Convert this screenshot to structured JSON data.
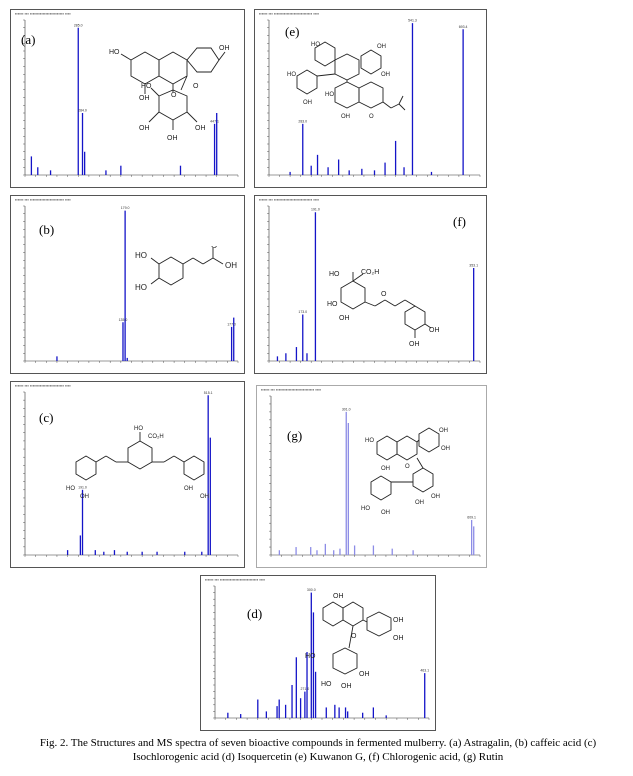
{
  "caption_line1": "Fig. 2. The Structures and MS spectra of seven bioactive compounds in fermented mulberry. (a) Astragalin, (b) caffeic acid (c)",
  "caption_line2": "Isochlorogenic acid (d) Isoquercetin (e) Kuwanon G, (f) Chlorogenic acid, (g) Rutin",
  "colors": {
    "spectrum": "#1414c8",
    "spectrum_g": "#8c8ce6",
    "axis": "#333333",
    "structure": "#222222"
  },
  "chart_data": [
    {
      "id": "a",
      "label": "(a)",
      "type": "bar",
      "xlim": [
        0,
        100
      ],
      "ylim": [
        0,
        100
      ],
      "peaks": [
        [
          3,
          12
        ],
        [
          6,
          5
        ],
        [
          12,
          3
        ],
        [
          25,
          95
        ],
        [
          27,
          40
        ],
        [
          28,
          15
        ],
        [
          38,
          3
        ],
        [
          45,
          6
        ],
        [
          73,
          6
        ],
        [
          89,
          33
        ],
        [
          90,
          40
        ]
      ],
      "peak_labels": [
        {
          "i": 3,
          "text": "285.0"
        },
        {
          "i": 4,
          "text": "284.0"
        },
        {
          "i": 9,
          "text": "447.1"
        }
      ]
    },
    {
      "id": "e",
      "label": "(e)",
      "type": "bar",
      "xlim": [
        0,
        100
      ],
      "ylim": [
        0,
        100
      ],
      "peaks": [
        [
          10,
          2
        ],
        [
          16,
          33
        ],
        [
          20,
          6
        ],
        [
          23,
          13
        ],
        [
          28,
          5
        ],
        [
          33,
          10
        ],
        [
          38,
          3
        ],
        [
          44,
          4
        ],
        [
          50,
          3
        ],
        [
          55,
          8
        ],
        [
          60,
          22
        ],
        [
          64,
          5
        ],
        [
          68,
          98
        ],
        [
          77,
          2
        ],
        [
          92,
          94
        ]
      ],
      "peak_labels": [
        {
          "i": 1,
          "text": "283.0"
        },
        {
          "i": 12,
          "text": "541.3"
        },
        {
          "i": 14,
          "text": "693.4"
        }
      ]
    },
    {
      "id": "b",
      "label": "(b)",
      "type": "bar",
      "xlim": [
        0,
        100
      ],
      "ylim": [
        0,
        100
      ],
      "peaks": [
        [
          15,
          3
        ],
        [
          46,
          25
        ],
        [
          47,
          97
        ],
        [
          48,
          2
        ],
        [
          97,
          22
        ],
        [
          98,
          28
        ]
      ],
      "peak_labels": [
        {
          "i": 1,
          "text": "135.0"
        },
        {
          "i": 2,
          "text": "179.0"
        },
        {
          "i": 4,
          "text": "177.0"
        }
      ]
    },
    {
      "id": "f",
      "label": "(f)",
      "type": "bar",
      "xlim": [
        0,
        100
      ],
      "ylim": [
        0,
        100
      ],
      "peaks": [
        [
          4,
          3
        ],
        [
          8,
          5
        ],
        [
          13,
          9
        ],
        [
          16,
          30
        ],
        [
          18,
          5
        ],
        [
          22,
          96
        ],
        [
          97,
          60
        ]
      ],
      "peak_labels": [
        {
          "i": 3,
          "text": "173.0"
        },
        {
          "i": 5,
          "text": "191.0"
        },
        {
          "i": 6,
          "text": "353.1"
        }
      ]
    },
    {
      "id": "c",
      "label": "(c)",
      "type": "bar",
      "xlim": [
        0,
        100
      ],
      "ylim": [
        0,
        100
      ],
      "peaks": [
        [
          20,
          3
        ],
        [
          26,
          12
        ],
        [
          27,
          40
        ],
        [
          33,
          3
        ],
        [
          37,
          2
        ],
        [
          42,
          3
        ],
        [
          48,
          2
        ],
        [
          55,
          2
        ],
        [
          62,
          2
        ],
        [
          75,
          2
        ],
        [
          83,
          2
        ],
        [
          86,
          98
        ],
        [
          87,
          72
        ]
      ],
      "peak_labels": [
        {
          "i": 2,
          "text": "191.0"
        },
        {
          "i": 11,
          "text": "515.1"
        }
      ]
    },
    {
      "id": "g",
      "label": "(g)",
      "type": "bar",
      "xlim": [
        0,
        100
      ],
      "ylim": [
        0,
        100
      ],
      "peaks": [
        [
          4,
          3
        ],
        [
          12,
          5
        ],
        [
          19,
          5
        ],
        [
          22,
          3
        ],
        [
          26,
          7
        ],
        [
          30,
          3
        ],
        [
          33,
          4
        ],
        [
          36,
          90
        ],
        [
          37,
          83
        ],
        [
          40,
          6
        ],
        [
          49,
          6
        ],
        [
          58,
          4
        ],
        [
          68,
          3
        ],
        [
          96,
          22
        ],
        [
          97,
          18
        ]
      ],
      "peak_labels": [
        {
          "i": 7,
          "text": "301.0"
        },
        {
          "i": 13,
          "text": "609.1"
        }
      ]
    },
    {
      "id": "d",
      "label": "(d)",
      "type": "bar",
      "xlim": [
        0,
        100
      ],
      "ylim": [
        0,
        100
      ],
      "peaks": [
        [
          6,
          4
        ],
        [
          12,
          3
        ],
        [
          20,
          14
        ],
        [
          24,
          5
        ],
        [
          29,
          9
        ],
        [
          30,
          14
        ],
        [
          33,
          10
        ],
        [
          36,
          25
        ],
        [
          38,
          46
        ],
        [
          40,
          15
        ],
        [
          42,
          20
        ],
        [
          43,
          50
        ],
        [
          45,
          95
        ],
        [
          46,
          80
        ],
        [
          47,
          35
        ],
        [
          52,
          8
        ],
        [
          56,
          10
        ],
        [
          58,
          8
        ],
        [
          61,
          8
        ],
        [
          62,
          5
        ],
        [
          69,
          4
        ],
        [
          74,
          8
        ],
        [
          80,
          2
        ],
        [
          98,
          34
        ]
      ],
      "peak_labels": [
        {
          "i": 12,
          "text": "300.0"
        },
        {
          "i": 10,
          "text": "271.0"
        },
        {
          "i": 23,
          "text": "463.1"
        }
      ]
    }
  ]
}
